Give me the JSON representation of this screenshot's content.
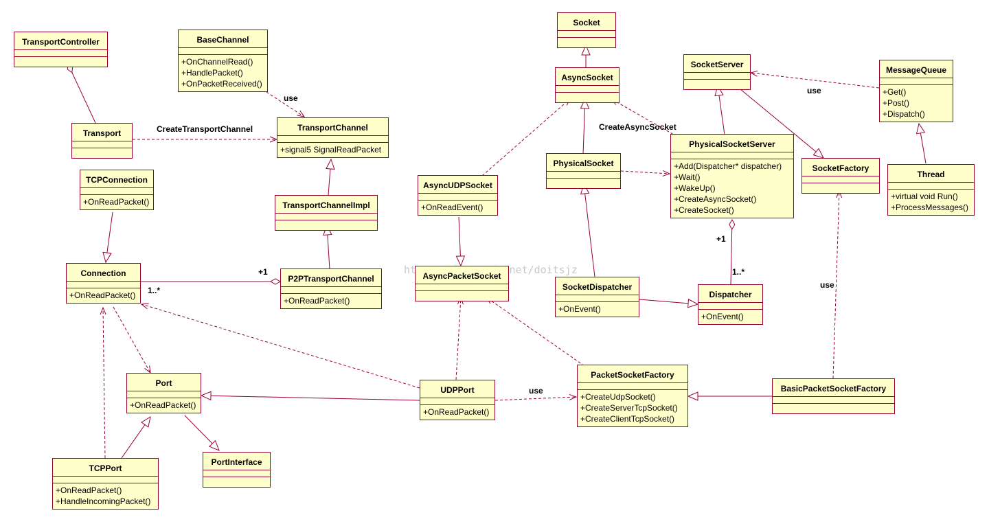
{
  "classes": {
    "TransportController": {
      "name": "TransportController",
      "ops": []
    },
    "BaseChannel": {
      "name": "BaseChannel",
      "ops": [
        "+OnChannelRead()",
        "+HandlePacket()",
        "+OnPacketReceived()"
      ]
    },
    "Transport": {
      "name": "Transport",
      "ops": []
    },
    "TransportChannel": {
      "name": "TransportChannel",
      "ops": [
        "+signal5 SignalReadPacket"
      ]
    },
    "TCPConnection": {
      "name": "TCPConnection",
      "ops": [
        "+OnReadPacket()"
      ]
    },
    "TransportChannelImpl": {
      "name": "TransportChannelImpl",
      "ops": []
    },
    "Connection": {
      "name": "Connection",
      "ops": [
        "+OnReadPacket()"
      ]
    },
    "P2PTransportChannel": {
      "name": "P2PTransportChannel",
      "ops": [
        "+OnReadPacket()"
      ]
    },
    "Port": {
      "name": "Port",
      "ops": [
        "+OnReadPacket()"
      ]
    },
    "PortInterface": {
      "name": "PortInterface",
      "ops": []
    },
    "TCPPort": {
      "name": "TCPPort",
      "ops": [
        "+OnReadPacket()",
        "+HandleIncomingPacket()"
      ]
    },
    "UDPPort": {
      "name": "UDPPort",
      "ops": [
        "+OnReadPacket()"
      ]
    },
    "Socket": {
      "name": "Socket",
      "ops": []
    },
    "AsyncSocket": {
      "name": "AsyncSocket",
      "ops": []
    },
    "PhysicalSocket": {
      "name": "PhysicalSocket",
      "ops": []
    },
    "AsyncUDPSocket": {
      "name": "AsyncUDPSocket",
      "ops": [
        "+OnReadEvent()"
      ]
    },
    "AsyncPacketSocket": {
      "name": "AsyncPacketSocket",
      "ops": []
    },
    "SocketDispatcher": {
      "name": "SocketDispatcher",
      "ops": [
        "+OnEvent()"
      ]
    },
    "Dispatcher": {
      "name": "Dispatcher",
      "ops": [
        "+OnEvent()"
      ]
    },
    "SocketServer": {
      "name": "SocketServer",
      "ops": []
    },
    "PhysicalSocketServer": {
      "name": "PhysicalSocketServer",
      "ops": [
        "+Add(Dispatcher* dispatcher)",
        "+Wait()",
        "+WakeUp()",
        "+CreateAsyncSocket()",
        "+CreateSocket()"
      ]
    },
    "MessageQueue": {
      "name": "MessageQueue",
      "ops": [
        "+Get()",
        "+Post()",
        "+Dispatch()"
      ]
    },
    "SocketFactory": {
      "name": "SocketFactory",
      "ops": []
    },
    "Thread": {
      "name": "Thread",
      "ops": [
        "+virtual void Run()",
        "+ProcessMessages()"
      ]
    },
    "PacketSocketFactory": {
      "name": "PacketSocketFactory",
      "ops": [
        "+CreateUdpSocket()",
        "+CreateServerTcpSocket()",
        "+CreateClientTcpSocket()"
      ]
    },
    "BasicPacketSocketFactory": {
      "name": "BasicPacketSocketFactory",
      "ops": []
    }
  },
  "labels": {
    "use_basechannel": "use",
    "create_transport_channel": "CreateTransportChannel",
    "mult_p2p": "+1",
    "mult_connection": "1..*",
    "create_async_socket": "CreateAsyncSocket",
    "use_messagequeue": "use",
    "mult_pss": "+1",
    "mult_dispatcher": "1..*",
    "use_socketfactory": "use",
    "use_udpport": "use"
  },
  "watermark": "http://blog.csdn.net/doitsjz",
  "colors": {
    "box_fill": "#ffffcc",
    "box_border": "#990033",
    "line": "#990033"
  }
}
